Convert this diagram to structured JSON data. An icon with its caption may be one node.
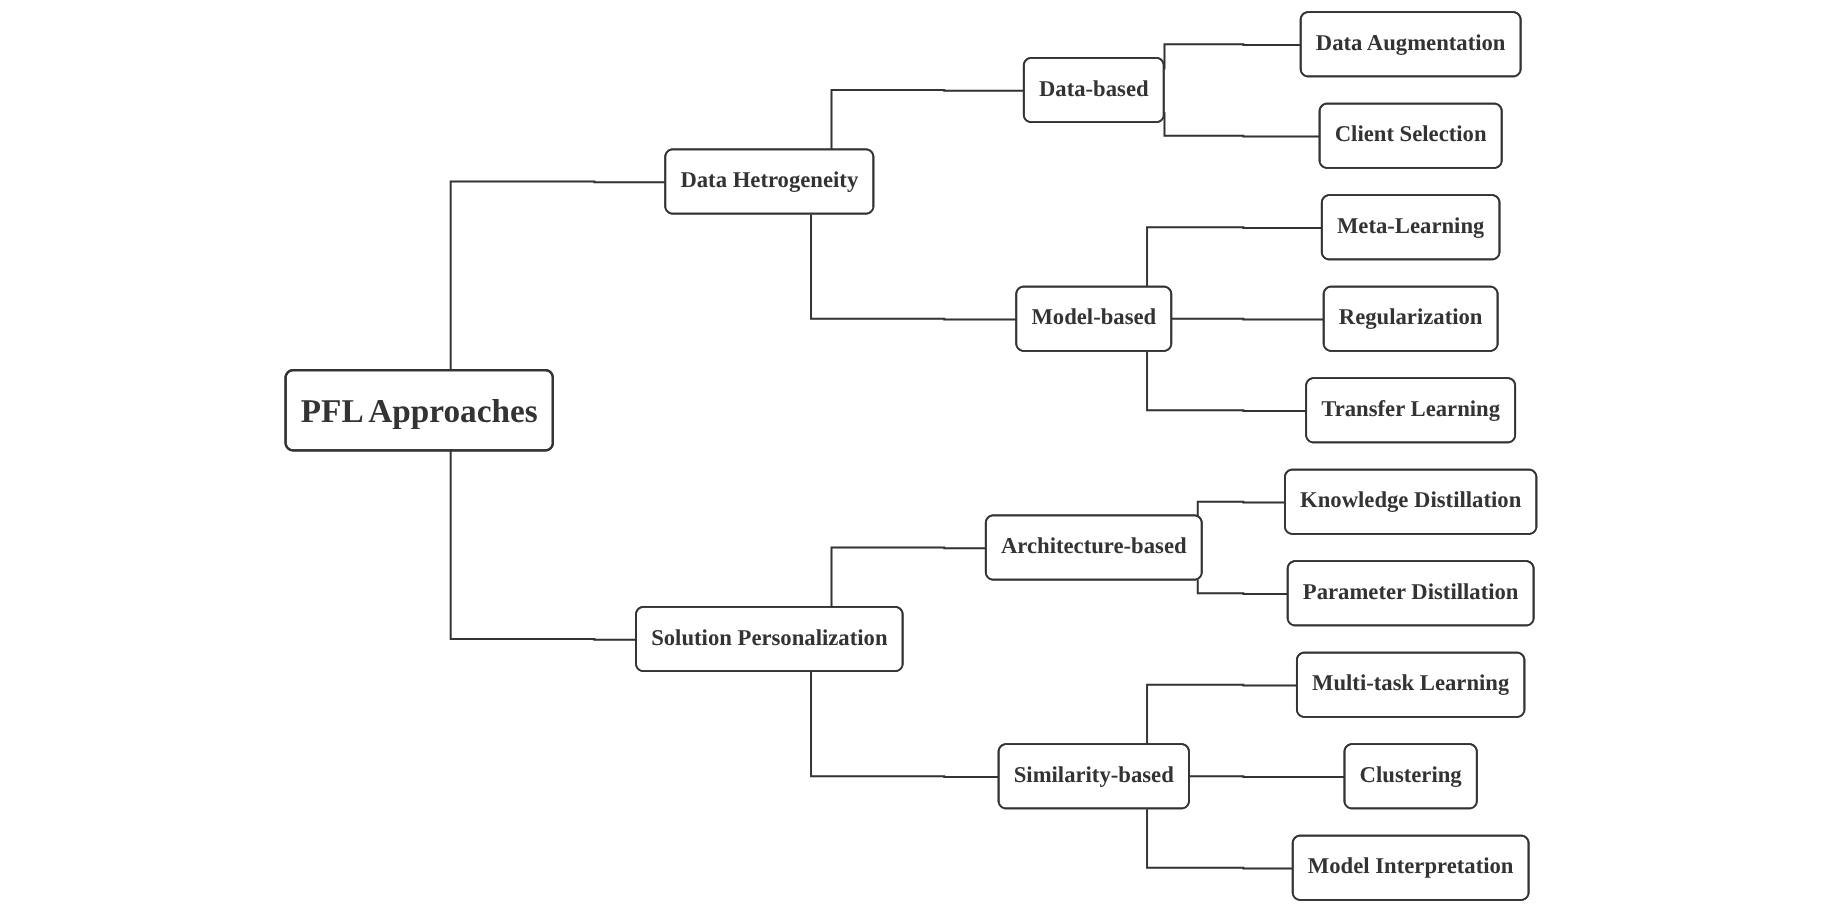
{
  "diagram": {
    "nodes": [
      {
        "text": [
          "PFL Approaches"
        ]
      },
      {
        "text": [
          "Data Hetrogeneity"
        ]
      },
      {
        "text": [
          "Solution Personalization"
        ]
      },
      {
        "text": [
          "Data-based"
        ]
      },
      {
        "text": [
          "Model-based"
        ]
      },
      {
        "text": [
          "Architecture-based"
        ]
      },
      {
        "text": [
          "Similarity-based"
        ]
      },
      {
        "text": [
          "Data Augmentation"
        ]
      },
      {
        "text": [
          "Client Selection"
        ]
      },
      {
        "text": [
          "Meta-Learning"
        ]
      },
      {
        "text": [
          "Regularization"
        ]
      },
      {
        "text": [
          "Transfer Learning"
        ]
      },
      {
        "text": [
          "Knowledge Distillation"
        ]
      },
      {
        "text": [
          "Parameter Distillation"
        ]
      },
      {
        "text": [
          "Multi-task Learning"
        ]
      },
      {
        "text": [
          "Clustering"
        ]
      },
      {
        "text": [
          "Model Interpretation"
        ]
      }
    ],
    "edges": [
      {
        "from": 0,
        "to": 1,
        "arrow": "none"
      },
      {
        "from": 0,
        "to": 2,
        "arrow": "none"
      },
      {
        "from": 1,
        "to": 3,
        "arrow": "none"
      },
      {
        "from": 1,
        "to": 4,
        "arrow": "none"
      },
      {
        "from": 2,
        "to": 5,
        "arrow": "none"
      },
      {
        "from": 2,
        "to": 6,
        "arrow": "none"
      },
      {
        "from": 3,
        "to": 7,
        "arrow": "none"
      },
      {
        "from": 3,
        "to": 8,
        "arrow": "none"
      },
      {
        "from": 4,
        "to": 9,
        "arrow": "none"
      },
      {
        "from": 4,
        "to": 10,
        "arrow": "none"
      },
      {
        "from": 4,
        "to": 11,
        "arrow": "none"
      },
      {
        "from": 5,
        "to": 12,
        "arrow": "none"
      },
      {
        "from": 5,
        "to": 13,
        "arrow": "none"
      },
      {
        "from": 6,
        "to": 14,
        "arrow": "none"
      },
      {
        "from": 6,
        "to": 15,
        "arrow": "none"
      },
      {
        "from": 6,
        "to": 16,
        "arrow": "none"
      }
    ]
  }
}
